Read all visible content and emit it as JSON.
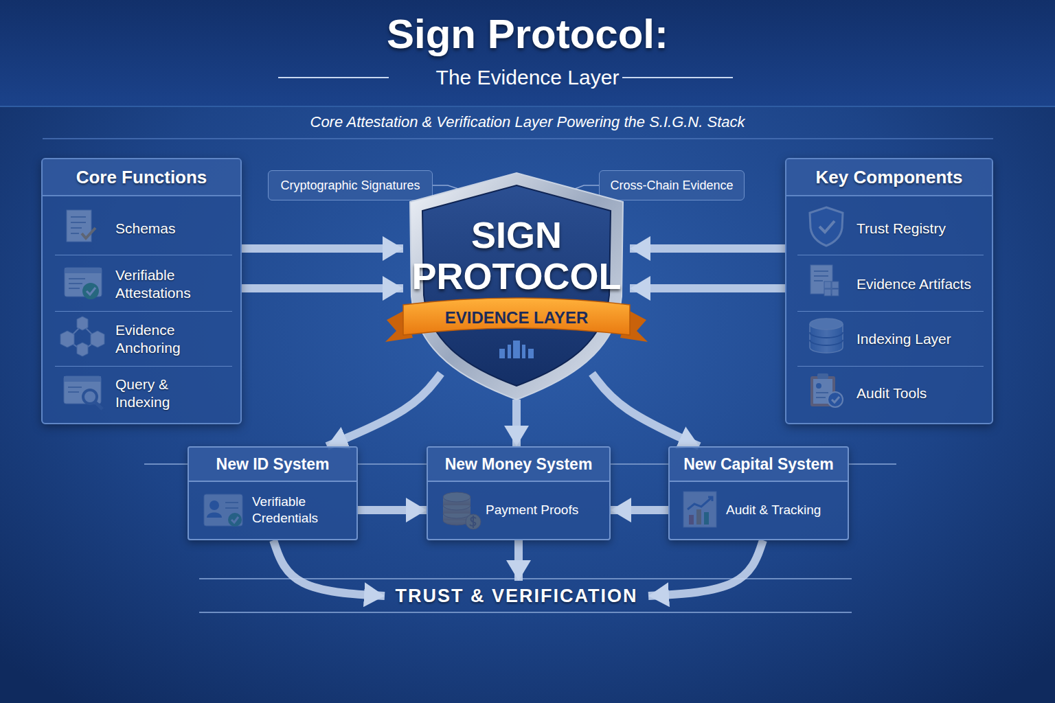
{
  "diagram": {
    "title": "Sign Protocol:",
    "nodes": [
      {
        "text": [
          "Core Functions"
        ]
      },
      {
        "text": [
          "Schemas"
        ],
        "in": 0
      },
      {
        "text": [
          "Verifiable Attestations"
        ],
        "in": 0
      },
      {
        "text": [
          "Evidence Anchoring"
        ],
        "in": 0
      },
      {
        "text": [
          "Query & Indexing"
        ],
        "in": 0
      },
      {
        "text": [
          "Cryptographic Signatures"
        ]
      },
      {
        "text": [
          "Cross-Chain Evidence"
        ]
      },
      {
        "text": [
          "SIGN PROTOCOL",
          "EVIDENCE LAYER"
        ]
      },
      {
        "text": [
          "Key Components"
        ]
      },
      {
        "text": [
          "Trust Registry"
        ],
        "in": 8
      },
      {
        "text": [
          "Evidence Artifacts"
        ],
        "in": 8
      },
      {
        "text": [
          "Indexing Layer"
        ],
        "in": 8
      },
      {
        "text": [
          "Audit Tools"
        ],
        "in": 8
      },
      {
        "text": [
          "New ID System",
          "Verifiable Credentials"
        ]
      },
      {
        "text": [
          "New Money System",
          "Payment Proofs"
        ]
      },
      {
        "text": [
          "New Capital System",
          "Audit & Tracking"
        ]
      },
      {
        "text": [
          "TRUST & VERIFICATION"
        ]
      }
    ],
    "edges": [
      {
        "from": 0,
        "to": 7,
        "arrow": "to"
      },
      {
        "from": 0,
        "to": 7,
        "arrow": "to"
      },
      {
        "from": 8,
        "to": 7,
        "arrow": "to"
      },
      {
        "from": 8,
        "to": 7,
        "arrow": "to"
      },
      {
        "from": 5,
        "to": 7,
        "arrow": "none"
      },
      {
        "from": 6,
        "to": 7,
        "arrow": "none"
      },
      {
        "from": 7,
        "to": 13,
        "arrow": "to"
      },
      {
        "from": 7,
        "to": 14,
        "arrow": "to"
      },
      {
        "from": 7,
        "to": 15,
        "arrow": "to"
      },
      {
        "from": 13,
        "to": 14,
        "arrow": "to"
      },
      {
        "from": 15,
        "to": 14,
        "arrow": "to"
      },
      {
        "from": 13,
        "to": 16,
        "arrow": "to"
      },
      {
        "from": 14,
        "to": 16,
        "arrow": "to"
      },
      {
        "from": 15,
        "to": 16,
        "arrow": "to"
      }
    ],
    "labels": [
      "The Evidence Layer",
      "Core Attestation & Verification Layer Powering the S.I.G.N. Stack"
    ]
  }
}
